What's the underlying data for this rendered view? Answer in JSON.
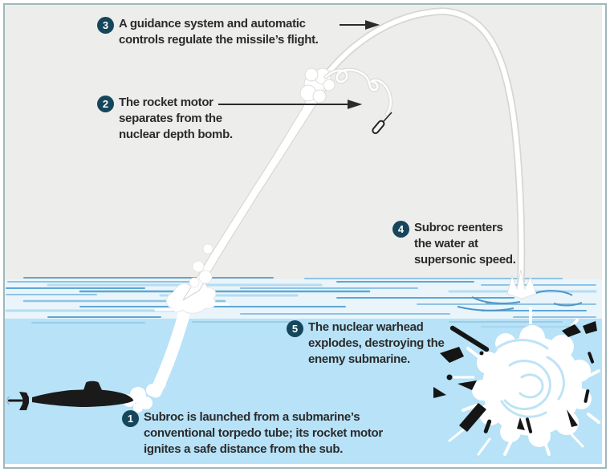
{
  "steps": [
    {
      "badge": "1",
      "lines": [
        "Subroc is launched from a submarine’s",
        "conventional torpedo tube; its rocket motor",
        "ignites a safe distance from the sub."
      ]
    },
    {
      "badge": "2",
      "lines": [
        "The rocket motor",
        "separates from the",
        "nuclear depth bomb."
      ]
    },
    {
      "badge": "3",
      "lines": [
        "A guidance system and automatic",
        "controls regulate the missile’s flight."
      ]
    },
    {
      "badge": "4",
      "lines": [
        "Subroc reenters",
        "the water at",
        "supersonic speed."
      ]
    },
    {
      "badge": "5",
      "lines": [
        "The nuclear warhead",
        "explodes, destroying the",
        "enemy submarine."
      ]
    }
  ],
  "colors": {
    "badge": "#16465C",
    "text": "#2B2B2B",
    "border": "#9FB7BD",
    "sky": "#EDEDEB",
    "surface": "#E9F5FB",
    "underwater": "#B7E2F7",
    "streak": "#5FA6D2",
    "trail_outline": "#D8D8D6"
  }
}
